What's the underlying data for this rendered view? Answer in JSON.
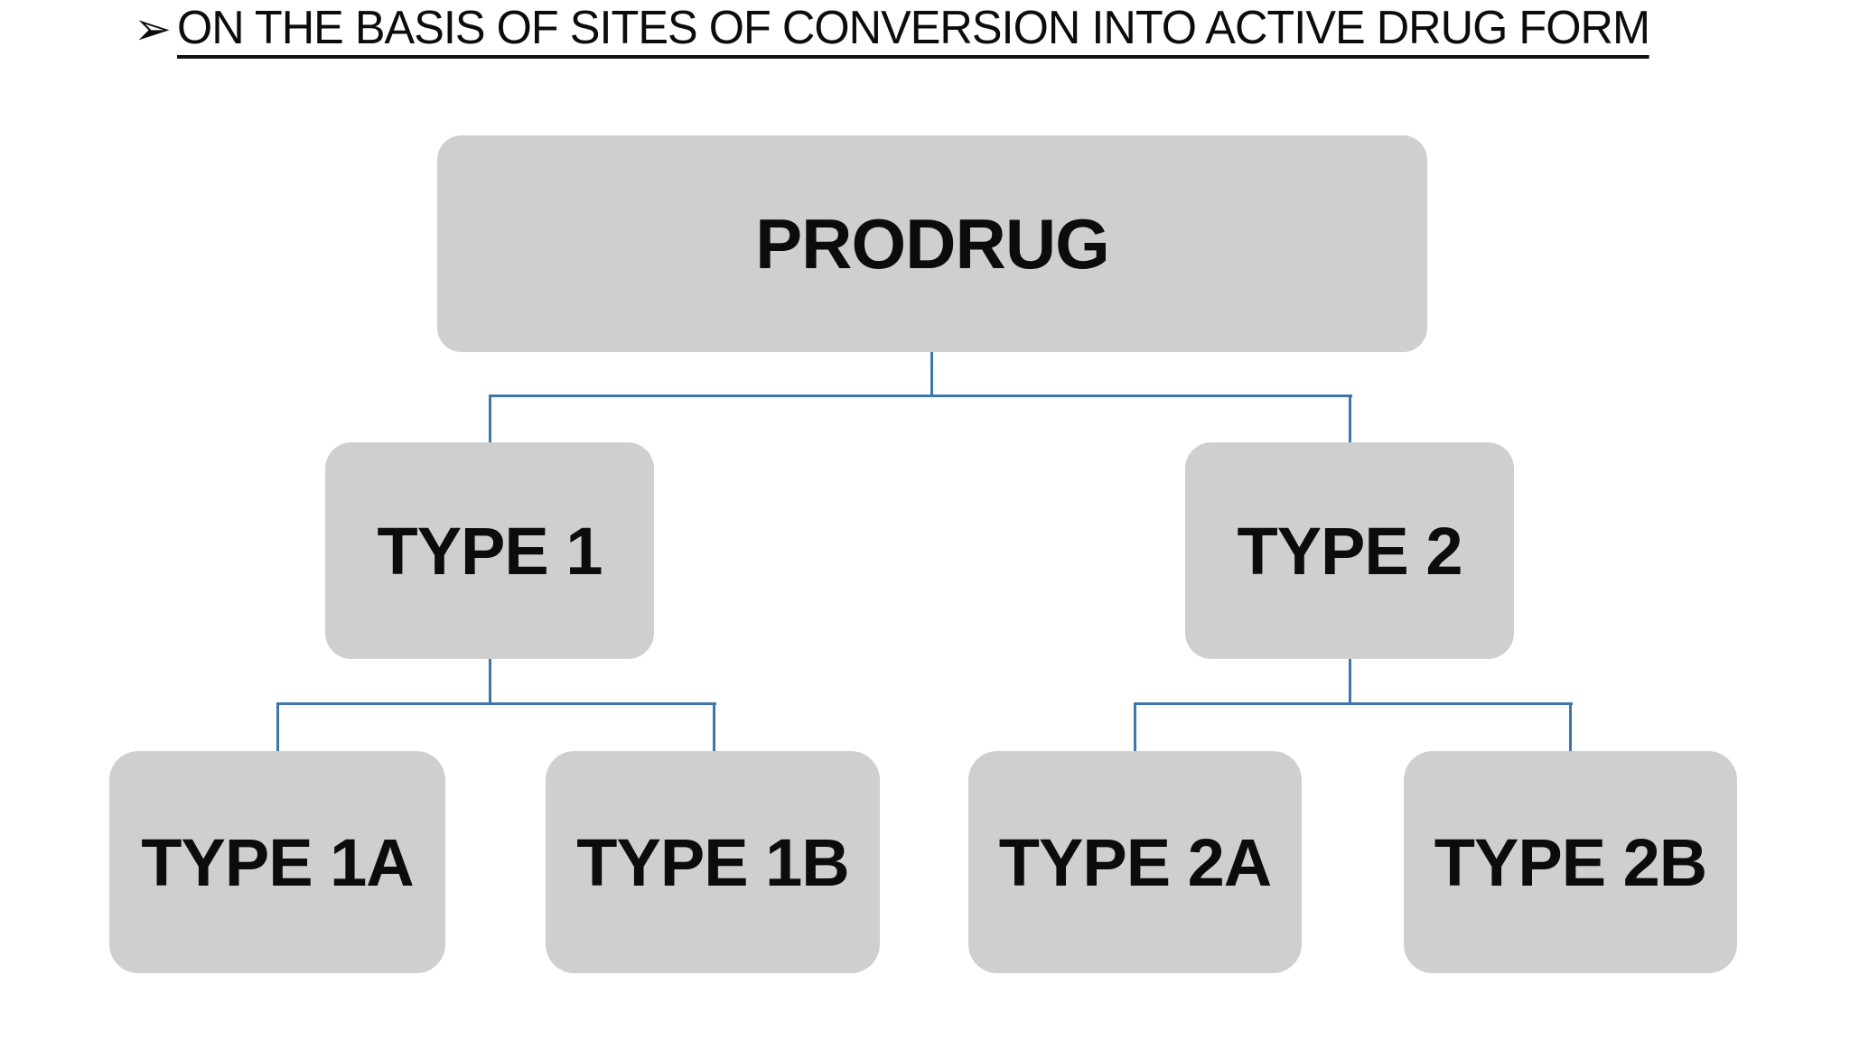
{
  "title": {
    "bullet_icon": "➢",
    "text": "ON THE BASIS OF SITES OF CONVERSION INTO ACTIVE DRUG FORM"
  },
  "diagram": {
    "type": "hierarchy",
    "root": {
      "label": "PRODRUG"
    },
    "branches": [
      {
        "label": "TYPE 1",
        "children": [
          {
            "label": "TYPE 1A"
          },
          {
            "label": "TYPE 1B"
          }
        ]
      },
      {
        "label": "TYPE 2",
        "children": [
          {
            "label": "TYPE 2A"
          },
          {
            "label": "TYPE 2B"
          }
        ]
      }
    ]
  },
  "colors": {
    "background": "#ffffff",
    "box_fill": "#cfcfcf",
    "connector": "#3e76ac",
    "text": "#0c0c0c",
    "title_underline": "#111111"
  }
}
